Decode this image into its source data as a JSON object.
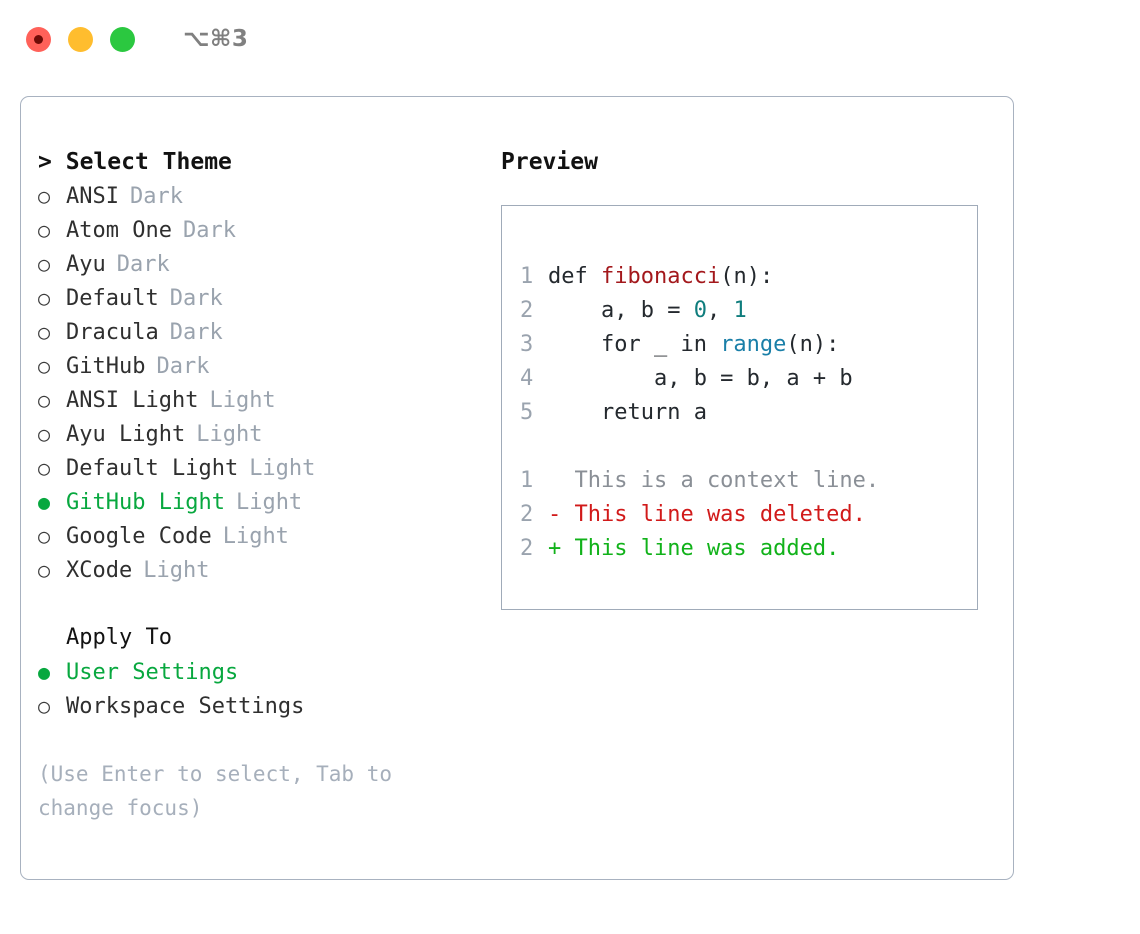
{
  "titlebar": {
    "shortcut": "⌥⌘3",
    "lights": [
      {
        "name": "close",
        "color": "#ff6159"
      },
      {
        "name": "minimize",
        "color": "#ffbd2e"
      },
      {
        "name": "maximize",
        "color": "#2bc840"
      }
    ]
  },
  "theme_panel": {
    "caret": ">",
    "title": "Select Theme",
    "bullet_unselected": "○",
    "bullet_selected": "●",
    "items": [
      {
        "label": "ANSI",
        "tag": "Dark",
        "selected": false
      },
      {
        "label": "Atom One",
        "tag": "Dark",
        "selected": false
      },
      {
        "label": "Ayu",
        "tag": "Dark",
        "selected": false
      },
      {
        "label": "Default",
        "tag": "Dark",
        "selected": false
      },
      {
        "label": "Dracula",
        "tag": "Dark",
        "selected": false
      },
      {
        "label": "GitHub",
        "tag": "Dark",
        "selected": false
      },
      {
        "label": "ANSI Light",
        "tag": "Light",
        "selected": false
      },
      {
        "label": "Ayu Light",
        "tag": "Light",
        "selected": false
      },
      {
        "label": "Default Light",
        "tag": "Light",
        "selected": false
      },
      {
        "label": "GitHub Light",
        "tag": "Light",
        "selected": true
      },
      {
        "label": "Google Code",
        "tag": "Light",
        "selected": false
      },
      {
        "label": "XCode",
        "tag": "Light",
        "selected": false
      }
    ]
  },
  "apply_to": {
    "title": "Apply To",
    "items": [
      {
        "label": "User Settings",
        "selected": true
      },
      {
        "label": "Workspace Settings",
        "selected": false
      }
    ]
  },
  "hint": "(Use Enter to select, Tab to change focus)",
  "preview": {
    "title": "Preview",
    "code_lines": [
      {
        "num": "1",
        "tokens": [
          {
            "text": "def ",
            "cls": "tok-plain"
          },
          {
            "text": "fibonacci",
            "cls": "tok-fn"
          },
          {
            "text": "(n):",
            "cls": "tok-plain"
          }
        ]
      },
      {
        "num": "2",
        "tokens": [
          {
            "text": "    a, b = ",
            "cls": "tok-plain"
          },
          {
            "text": "0",
            "cls": "tok-num"
          },
          {
            "text": ", ",
            "cls": "tok-plain"
          },
          {
            "text": "1",
            "cls": "tok-num"
          }
        ]
      },
      {
        "num": "3",
        "tokens": [
          {
            "text": "    for _ in ",
            "cls": "tok-plain"
          },
          {
            "text": "range",
            "cls": "tok-kw"
          },
          {
            "text": "(n):",
            "cls": "tok-plain"
          }
        ]
      },
      {
        "num": "4",
        "tokens": [
          {
            "text": "        a, b = b, a + b",
            "cls": "tok-plain"
          }
        ]
      },
      {
        "num": "5",
        "tokens": [
          {
            "text": "    return a",
            "cls": "tok-plain"
          }
        ]
      }
    ],
    "diff_lines": [
      {
        "num": "1",
        "marker": " ",
        "text": "  This is a context line.",
        "cls": "diff-ctx"
      },
      {
        "num": "2",
        "marker": "-",
        "text": "- This line was deleted.",
        "cls": "diff-del"
      },
      {
        "num": "2",
        "marker": "+",
        "text": "+ This line was added.",
        "cls": "diff-add"
      }
    ]
  },
  "colors": {
    "accent_green": "#08a83f",
    "muted": "#9aa3ae",
    "border": "#a8b2c0",
    "diff_add": "#11b21a",
    "diff_del": "#d11a1a",
    "syntax_function": "#a3181c",
    "syntax_number": "#0f7d7d",
    "syntax_keyword": "#1a7fa8"
  }
}
